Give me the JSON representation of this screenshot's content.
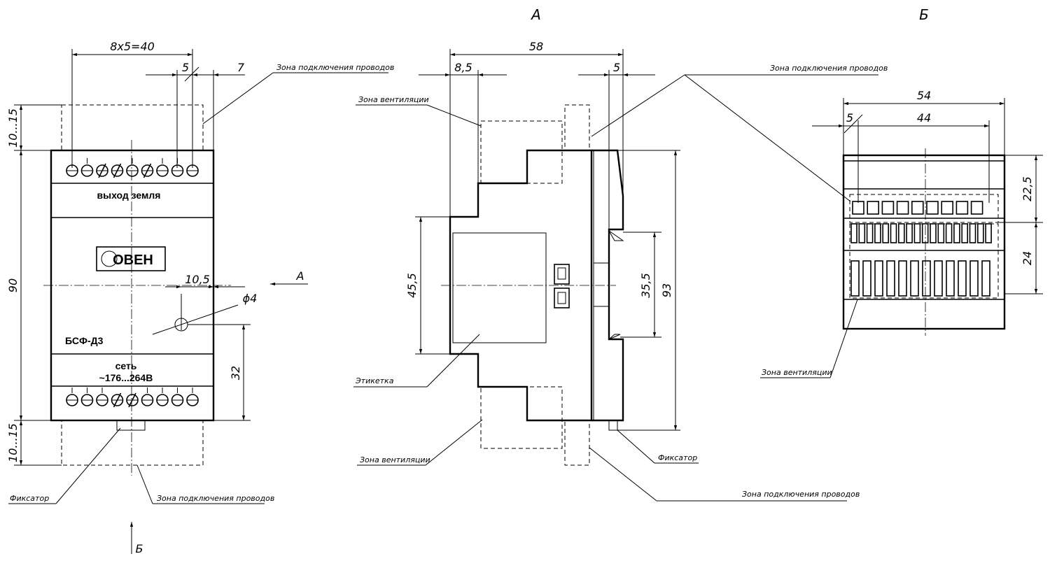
{
  "views": {
    "a": "А",
    "b": "Б"
  },
  "front": {
    "top_terminal_label": "выход  земля",
    "model": "БСФ-Д3",
    "bottom_label_1": "сеть",
    "bottom_label_2": "~176...264В",
    "brand": "ОВЕН"
  },
  "dims": {
    "pitch": "8x5=40",
    "d5": "5",
    "d7": "7",
    "zone_top": "10...15",
    "height": "90",
    "d10_5": "10,5",
    "hole": "ϕ4",
    "d32": "32",
    "zone_bottom": "10...15",
    "depth": "58",
    "d8_5": "8,5",
    "side5": "5",
    "d45_5": "45,5",
    "d35_5": "35,5",
    "d93": "93",
    "width": "54",
    "b5": "5",
    "b44": "44",
    "d22_5": "22,5",
    "d24": "24"
  },
  "notes": {
    "wire_zone_1": "Зона подключения проводов",
    "wire_zone_2": "Зона подключения проводов",
    "wire_zone_3": "Зона подключения проводов",
    "wire_zone_4": "Зона подключения проводов",
    "vent_1": "Зона вентиляции",
    "vent_2": "Зона вентиляции",
    "vent_3": "Зона вентиляции",
    "label": "Этикетка",
    "latch_1": "Фиксатор",
    "latch_2": "Фиксатор"
  },
  "colors": {
    "line": "#000000",
    "background": "#ffffff"
  }
}
